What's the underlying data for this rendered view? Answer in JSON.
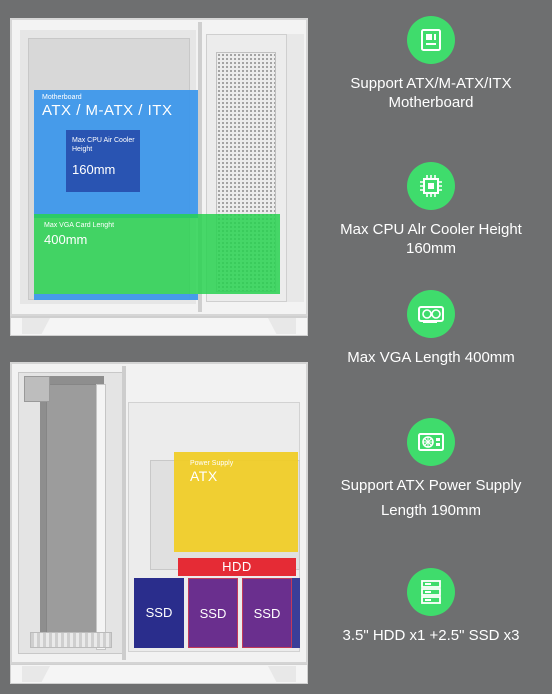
{
  "case_front": {
    "motherboard_label": "Motherboard",
    "motherboard_value": "ATX / M-ATX / ITX",
    "cpu_label": "Max CPU Air Cooler Height",
    "cpu_value": "160mm",
    "vga_label": "Max VGA Card Lenght",
    "vga_value": "400mm",
    "colors": {
      "motherboard": "#3a96eb",
      "cpu": "#2850af",
      "vga": "#28d250"
    }
  },
  "case_side": {
    "psu_label": "Power Supply",
    "psu_value": "ATX",
    "hdd_label": "HDD",
    "ssd_labels": [
      "SSD",
      "SSD",
      "SSD"
    ],
    "colors": {
      "psu": "#f0cd28",
      "hdd": "#e52b35",
      "ssd_primary": "#2a2d8c",
      "ssd_secondary": "#6a2f8e"
    }
  },
  "features": [
    {
      "icon": "motherboard-icon",
      "text": "Support ATX/M-ATX/ITX Motherboard"
    },
    {
      "icon": "cpu-icon",
      "text": "Max CPU Alr Cooler Height 160mm"
    },
    {
      "icon": "gpu-icon",
      "text": "Max VGA Length 400mm"
    },
    {
      "icon": "power-supply-icon",
      "text": "Support ATX Power Supply",
      "text_extra": "Length 190mm"
    },
    {
      "icon": "drive-stack-icon",
      "text": "3.5\" HDD x1 +2.5\" SSD x3"
    }
  ],
  "accent_color": "#3fdc6c",
  "background_color": "#6e6f70"
}
